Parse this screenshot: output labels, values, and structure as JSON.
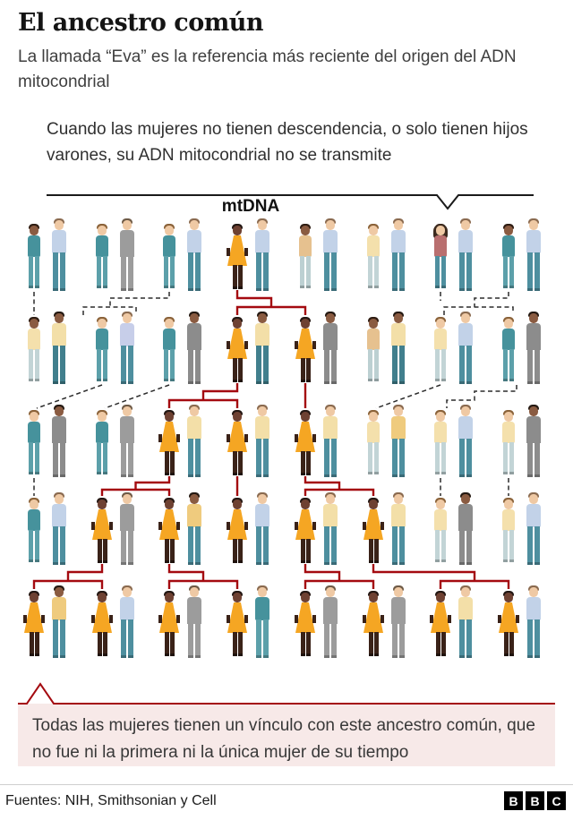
{
  "header": {
    "title": "El ancestro común",
    "subtitle": "La llamada “Eva” es la referencia más reciente del origen del ADN mitocondrial"
  },
  "annotation_top": {
    "text": "Cuando las mujeres no tienen descendencia, o solo tienen hijos varones, su ADN mitocondrial no se transmite",
    "label": "mtDNA"
  },
  "annotation_bottom": {
    "text": "Todas las mujeres tienen un vínculo con este ancestro común, que no fue ni la primera ni la única mujer de su tiempo"
  },
  "footer": {
    "sources": "Fuentes: NIH, Smithsonian y Cell",
    "logo_letters": [
      "B",
      "B",
      "C"
    ]
  },
  "colors": {
    "mtdna_line_red": "#a40a10",
    "dashed_line_dark": "#2b2b2b",
    "callout_pink": "#f7e9e8",
    "mtdna_dress_orange": "#f5a623",
    "woman_variants": {
      "orange": {
        "garment": "#f5a623",
        "skin": "#6e4132",
        "hair": "#231713",
        "legs": "#3a2218",
        "style": "dress"
      },
      "teal": {
        "garment": "#46929c",
        "skin": "#efc9a4",
        "hair": "#8a6239",
        "legs": "#5ca0aa",
        "style": "top"
      },
      "teal-dark": {
        "garment": "#46929c",
        "skin": "#8a5b41",
        "hair": "#2e1c12",
        "legs": "#5ca0aa",
        "style": "top"
      },
      "cream": {
        "garment": "#f4e0ac",
        "skin": "#efc9a4",
        "hair": "#8a6239",
        "legs": "#c2d4d6",
        "style": "top"
      },
      "cream-dark": {
        "garment": "#f4e0ac",
        "skin": "#8a5b41",
        "hair": "#2e1c12",
        "legs": "#c2d4d6",
        "style": "top"
      },
      "tan": {
        "garment": "#e6c18f",
        "skin": "#8a5b41",
        "hair": "#2e1c12",
        "legs": "#bcd0d2",
        "style": "top"
      },
      "red": {
        "garment": "#b96f6f",
        "skin": "#efc9a4",
        "hair": "#3c2a1e",
        "legs": "#4e8f9f",
        "style": "top",
        "long_hair": true
      }
    },
    "man_variants": {
      "blue": {
        "garment": "#c2d2e8",
        "skin": "#efc9a4",
        "hair": "#8a6a4f",
        "legs": "#4e8f9f",
        "style": "shirt"
      },
      "suit": {
        "garment": "#9c9c9c",
        "skin": "#efc9a4",
        "hair": "#6e5a46",
        "legs": "#9c9c9c",
        "style": "suit"
      },
      "suit-dark": {
        "garment": "#8c8c8c",
        "skin": "#8a5b41",
        "hair": "#241912",
        "legs": "#8c8c8c",
        "style": "suit"
      },
      "cream": {
        "garment": "#f3dfa8",
        "skin": "#8a5b41",
        "hair": "#241912",
        "legs": "#417f8d",
        "style": "shirt"
      },
      "cream-light": {
        "garment": "#f3dfa8",
        "skin": "#efc9a4",
        "hair": "#8a6a4f",
        "legs": "#4e8f9f",
        "style": "shirt"
      },
      "yellow": {
        "garment": "#efcb7e",
        "skin": "#8a5b41",
        "hair": "#241912",
        "legs": "#4e8f9f",
        "style": "shirt"
      },
      "yellow-light": {
        "garment": "#efcb7e",
        "skin": "#efc9a4",
        "hair": "#8a6a4f",
        "legs": "#4e8f9f",
        "style": "shirt"
      },
      "teal": {
        "garment": "#46929c",
        "skin": "#efc9a4",
        "hair": "#8a6a4f",
        "legs": "#5ca0aa",
        "style": "shirt"
      },
      "lav": {
        "garment": "#c7cee9",
        "skin": "#efc9a4",
        "hair": "#8a6a4f",
        "legs": "#4e8f9f",
        "style": "shirt"
      }
    }
  },
  "diagram": {
    "generations": 5,
    "couples_per_generation": 8,
    "people": [
      [
        {
          "w": "teal-dark",
          "m": "blue"
        },
        {
          "w": "teal",
          "m": "suit"
        },
        {
          "w": "teal",
          "m": "blue"
        },
        {
          "w": "orange",
          "m": "blue"
        },
        {
          "w": "tan",
          "m": "blue"
        },
        {
          "w": "cream",
          "m": "blue"
        },
        {
          "w": "red",
          "m": "blue"
        },
        {
          "w": "teal-dark",
          "m": "blue"
        }
      ],
      [
        {
          "w": "cream-dark",
          "m": "cream"
        },
        {
          "w": "teal",
          "m": "lav"
        },
        {
          "w": "teal",
          "m": "suit-dark"
        },
        {
          "w": "orange",
          "m": "cream"
        },
        {
          "w": "orange",
          "m": "suit-dark"
        },
        {
          "w": "tan",
          "m": "cream"
        },
        {
          "w": "cream",
          "m": "blue"
        },
        {
          "w": "teal",
          "m": "suit-dark"
        }
      ],
      [
        {
          "w": "teal",
          "m": "suit-dark"
        },
        {
          "w": "teal",
          "m": "suit"
        },
        {
          "w": "orange",
          "m": "cream-light"
        },
        {
          "w": "orange",
          "m": "cream-light"
        },
        {
          "w": "orange",
          "m": "cream-light"
        },
        {
          "w": "cream",
          "m": "yellow-light"
        },
        {
          "w": "cream",
          "m": "blue"
        },
        {
          "w": "cream",
          "m": "suit-dark"
        }
      ],
      [
        {
          "w": "teal",
          "m": "blue"
        },
        {
          "w": "orange",
          "m": "suit"
        },
        {
          "w": "orange",
          "m": "yellow"
        },
        {
          "w": "orange",
          "m": "blue"
        },
        {
          "w": "orange",
          "m": "cream-light"
        },
        {
          "w": "orange",
          "m": "cream-light"
        },
        {
          "w": "cream",
          "m": "suit-dark"
        },
        {
          "w": "cream",
          "m": "blue"
        }
      ],
      [
        {
          "w": "orange",
          "m": "yellow"
        },
        {
          "w": "orange",
          "m": "blue"
        },
        {
          "w": "orange",
          "m": "suit"
        },
        {
          "w": "orange",
          "m": "teal"
        },
        {
          "w": "orange",
          "m": "suit"
        },
        {
          "w": "orange",
          "m": "suit"
        },
        {
          "w": "orange",
          "m": "cream-light"
        },
        {
          "w": "orange",
          "m": "blue"
        }
      ]
    ],
    "lineage_solid": [
      {
        "from_row": 1,
        "from_col": 4,
        "to_cols": [
          4,
          5
        ]
      },
      {
        "from_row": 2,
        "from_col": 4,
        "to_cols": [
          3,
          4
        ]
      },
      {
        "from_row": 2,
        "from_col": 5,
        "to_cols": [
          5
        ]
      },
      {
        "from_row": 3,
        "from_col": 3,
        "to_cols": [
          2,
          3
        ]
      },
      {
        "from_row": 3,
        "from_col": 4,
        "to_cols": [
          4
        ]
      },
      {
        "from_row": 3,
        "from_col": 5,
        "to_cols": [
          5,
          6
        ]
      },
      {
        "from_row": 4,
        "from_col": 2,
        "to_cols": [
          1,
          2
        ]
      },
      {
        "from_row": 4,
        "from_col": 3,
        "to_cols": [
          3,
          4
        ]
      },
      {
        "from_row": 4,
        "from_col": 5,
        "to_cols": [
          5,
          6
        ]
      },
      {
        "from_row": 4,
        "from_col": 6,
        "to_cols": [
          7,
          8
        ]
      }
    ],
    "lineage_dashed": [
      {
        "from_row": 1,
        "from_col": 1,
        "to_cols": [
          1
        ],
        "shape": "straight"
      },
      {
        "from_row": 1,
        "from_col": 3,
        "to_cols": [
          2
        ],
        "shape": "staircase_bracket"
      },
      {
        "from_row": 1,
        "from_col": 7,
        "to_cols": [
          7
        ],
        "shape": "stub"
      },
      {
        "from_row": 1,
        "from_col": 8,
        "to_cols": [
          7,
          8
        ],
        "shape": "staircase_bracket"
      },
      {
        "from_row": 2,
        "from_col": 2,
        "to_cols": [
          1
        ],
        "shape": "diagonal"
      },
      {
        "from_row": 2,
        "from_col": 3,
        "to_cols": [
          2
        ],
        "shape": "diagonal"
      },
      {
        "from_row": 2,
        "from_col": 7,
        "to_cols": [
          6
        ],
        "shape": "diagonal"
      },
      {
        "from_row": 2,
        "from_col": 8,
        "to_cols": [
          7
        ],
        "shape": "staircase_run"
      },
      {
        "from_row": 3,
        "from_col": 1,
        "to_cols": [
          1
        ],
        "shape": "straight"
      },
      {
        "from_row": 3,
        "from_col": 7,
        "to_cols": [
          7
        ],
        "shape": "straight"
      },
      {
        "from_row": 3,
        "from_col": 8,
        "to_cols": [
          8
        ],
        "shape": "straight"
      }
    ]
  }
}
